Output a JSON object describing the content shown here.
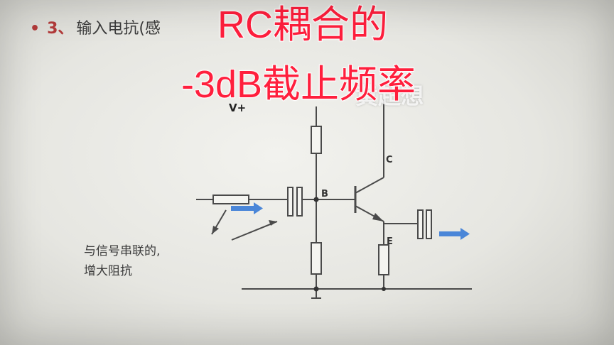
{
  "slide": {
    "bullet_dot": "•",
    "bullet_number": "3、",
    "bullet_text": "输入电抗(感"
  },
  "overlay": {
    "line1": "RC耦合的",
    "line2": "-3dB截止频率",
    "color": "#ff1f3d"
  },
  "watermark": "黄超想",
  "circuit": {
    "supply_label": "V+",
    "base_label": "B",
    "collector_label": "C",
    "emitter_label": "E",
    "signal_arrow_color": "#4a86d8"
  },
  "annotation": {
    "line1": "与信号串联的,",
    "line2": "增大阻抗"
  }
}
